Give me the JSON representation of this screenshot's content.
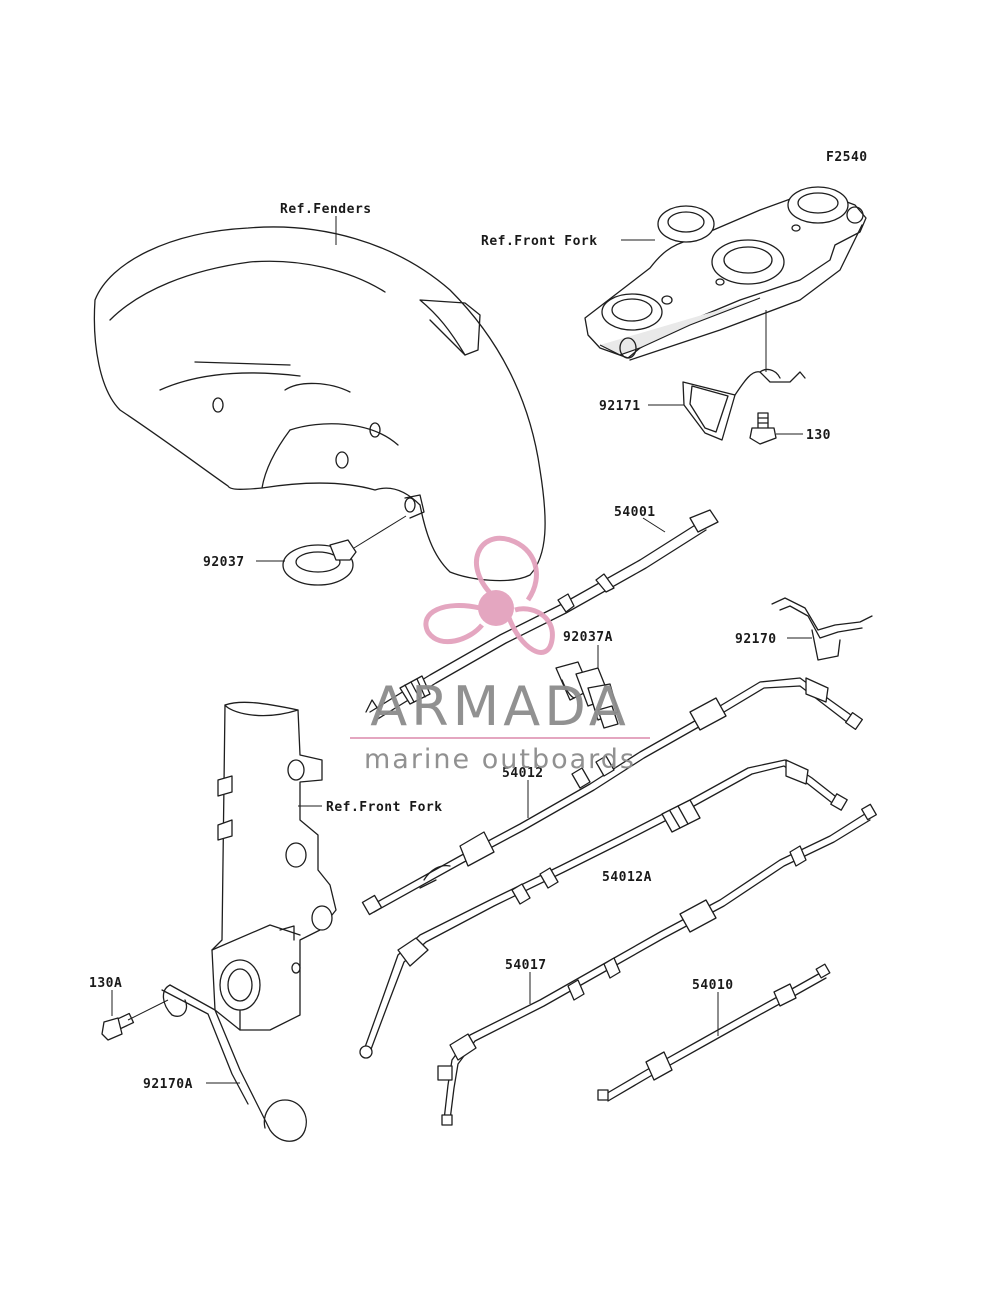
{
  "figure_code": "F2540",
  "labels": {
    "ref_fenders": "Ref.Fenders",
    "ref_front_fork_top": "Ref.Front Fork",
    "ref_front_fork_side": "Ref.Front Fork",
    "p92171": "92171",
    "p130": "130",
    "p54001": "54001",
    "p92037": "92037",
    "p92037A": "92037A",
    "p92170": "92170",
    "p54012": "54012",
    "p54012A": "54012A",
    "p130A": "130A",
    "p54017": "54017",
    "p54010": "54010",
    "p92170A": "92170A"
  },
  "watermark": {
    "title": "ARMADA",
    "subtitle": "marine outboards",
    "logo_color": "#e3a2bd",
    "text_color": "#8c8c8c"
  }
}
